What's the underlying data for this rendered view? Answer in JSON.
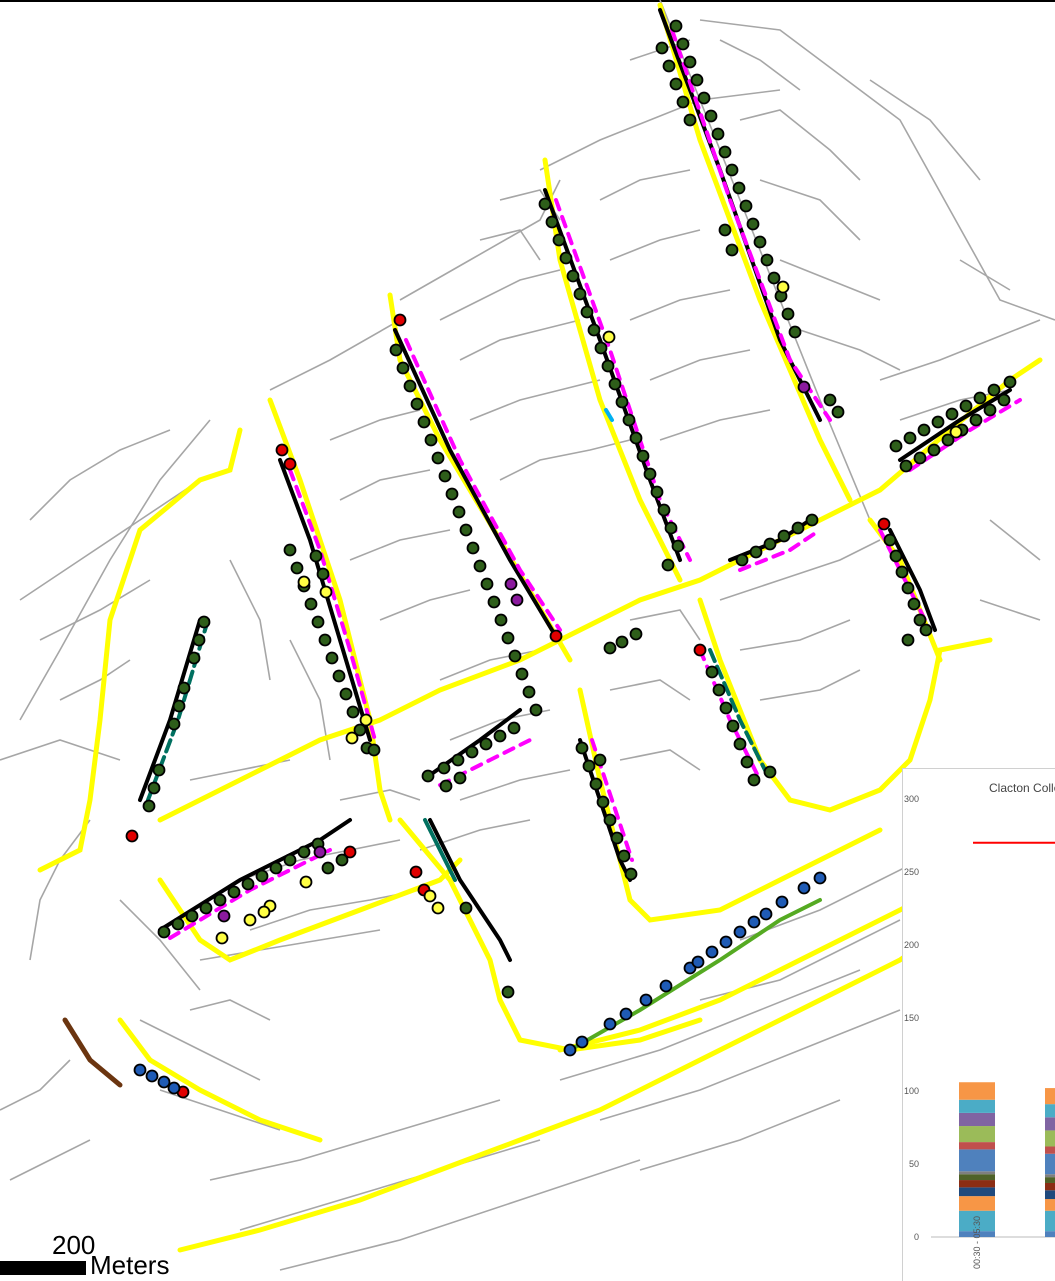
{
  "scale": {
    "value": "200",
    "unit": "Meters"
  },
  "chart_data": {
    "type": "bar",
    "title": "Clacton College",
    "ylim": [
      0,
      300
    ],
    "yticks": [
      0,
      50,
      100,
      150,
      200,
      250,
      300
    ],
    "categories": [
      "00:30 - 05:30",
      ""
    ],
    "segment_colors": [
      "#4f81bd",
      "#4bacc6",
      "#f79646",
      "#1f497d",
      "#8b2d14",
      "#4f6228",
      "#7f7f7f",
      "#4f81bd",
      "#c0504d",
      "#9bbb59",
      "#8064a2",
      "#4bacc6",
      "#f79646"
    ],
    "segments": [
      [
        4,
        14,
        10,
        6,
        5,
        4,
        2,
        15,
        5,
        11,
        9,
        9,
        12
      ],
      [
        4,
        14,
        8,
        6,
        5,
        4,
        2,
        14,
        5,
        11,
        9,
        9,
        11
      ]
    ],
    "reference_line": {
      "value": 270,
      "color": "#ff0000"
    }
  }
}
